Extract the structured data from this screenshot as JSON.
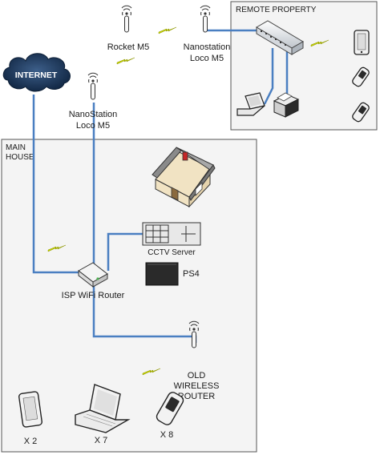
{
  "regions": {
    "remote": {
      "title": "REMOTE PROPERTY"
    },
    "main": {
      "title_line1": "MAIN",
      "title_line2": "HOUSE"
    }
  },
  "nodes": {
    "internet": "INTERNET",
    "rocket": "Rocket M5",
    "nanostation_remote": {
      "line1": "Nanostation",
      "line2": "Loco M5"
    },
    "nanostation_main": {
      "line1": "NanoStation",
      "line2": "Loco M5"
    },
    "cctv": "CCTV Server",
    "ps4": "PS4",
    "isp_router": "ISP WiFi Router",
    "old_router": {
      "line1": "OLD",
      "line2": "WIRELESS",
      "line3": "ROUTER"
    },
    "tablets": "X 2",
    "laptops": "X 7",
    "phones": "X 8"
  },
  "colors": {
    "link": "#4a7fc1",
    "wireless": "#c8d400",
    "region_border": "#555555",
    "region_fill": "#f4f4f4",
    "internet_cloud": "#1e3a5f",
    "house_wall": "#f1e3c3",
    "device_dark": "#2a2a2a"
  },
  "icons": [
    "antenna-icon",
    "cloud-icon",
    "switch-icon",
    "laptop-icon",
    "printer-icon",
    "phone-icon",
    "tablet-icon",
    "house-icon",
    "server-icon",
    "console-icon",
    "router-icon",
    "wireless-bolt-icon"
  ]
}
